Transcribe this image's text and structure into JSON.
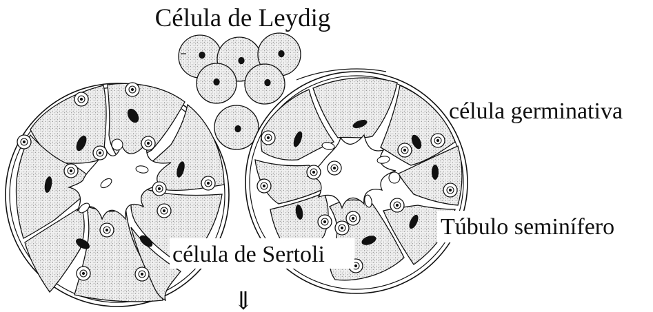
{
  "labels": {
    "leydig": "Célula de Leydig",
    "germinal": "célula germinativa",
    "tubule": "Túbulo seminífero",
    "sertoli": "célula de Sertoli",
    "arrow": "⇓"
  },
  "colors": {
    "ink": "#111111",
    "background": "#ffffff",
    "stipple": "#6e6e6e"
  }
}
